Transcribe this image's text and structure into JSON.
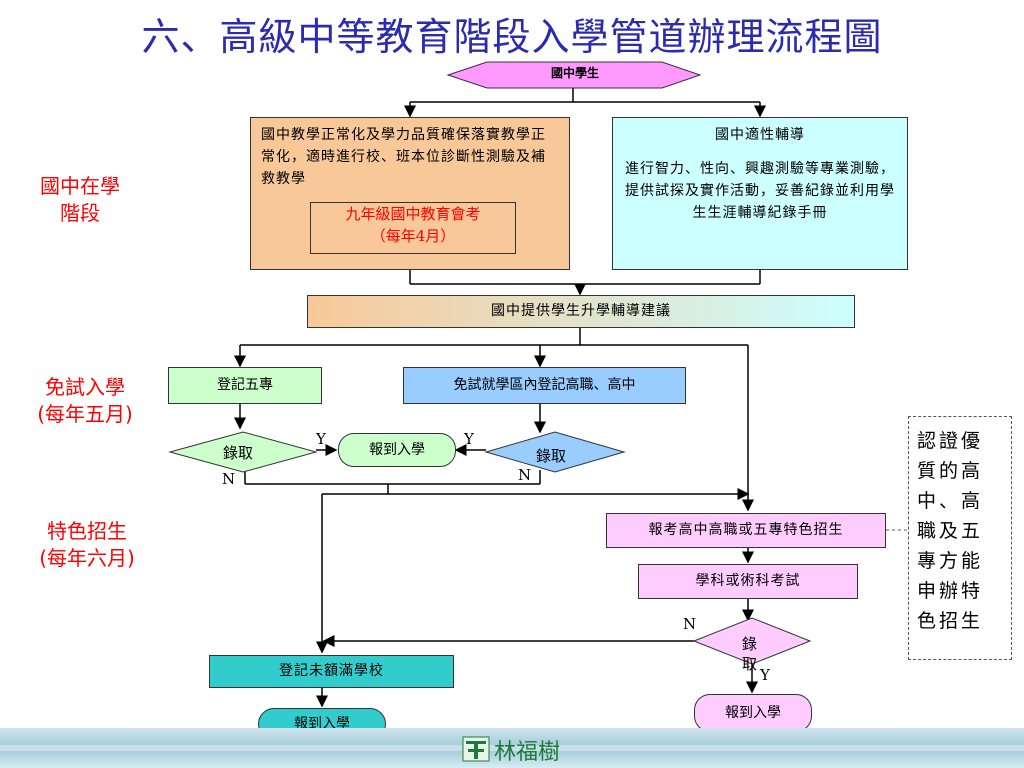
{
  "title": "六、高級中等教育階段入學管道辦理流程圖",
  "stages": {
    "junior": "國中在學\n階段",
    "exam_free": "免試入學\n(每年五月)",
    "featured": "特色招生\n(每年六月)"
  },
  "nodes": {
    "start": "國中學生",
    "teaching": "國中教學正常化及學力品質確保落實教學正常化，適時進行校、班本位診斷性測驗及補救教學",
    "exam": "九年級國中教育會考\n（每年4月）",
    "guidance_title": "國中適性輔導",
    "guidance_body": "進行智力、性向、興趣測驗等專業測驗，提供試探及實作活動，妥善紀錄並利用學生生涯輔導紀錄手冊",
    "advice": "國中提供學生升學輔導建議",
    "register_five": "登記五專",
    "exam_free_register": "免試就學區內登記高職、高中",
    "admit_left": "錄取",
    "report_center": "報到入學",
    "admit_right": "錄取",
    "featured_apply": "報考高中高職或五專特色招生",
    "subject_exam": "學科或術科考試",
    "admit_bottom": "錄取",
    "register_unfilled": "登記未額滿學校",
    "report_left": "報到入學",
    "report_right": "報到入學"
  },
  "edge_labels": {
    "y1": "Y",
    "y2": "Y",
    "y3": "Y",
    "n1": "N",
    "n2": "N",
    "n3": "N"
  },
  "side_note": "認證優質的高中、高職及五專方能申辦特色招生",
  "logo": "林福樹",
  "colors": {
    "title": "#2b2bb0",
    "stage_text": "#ff0000",
    "pink": "#ff99ff",
    "orange": "#f9c898",
    "light_cyan": "#ccffff",
    "light_green": "#ccffcc",
    "light_blue": "#99ccff",
    "teal": "#33cccc",
    "pink_light": "#ffccff"
  }
}
